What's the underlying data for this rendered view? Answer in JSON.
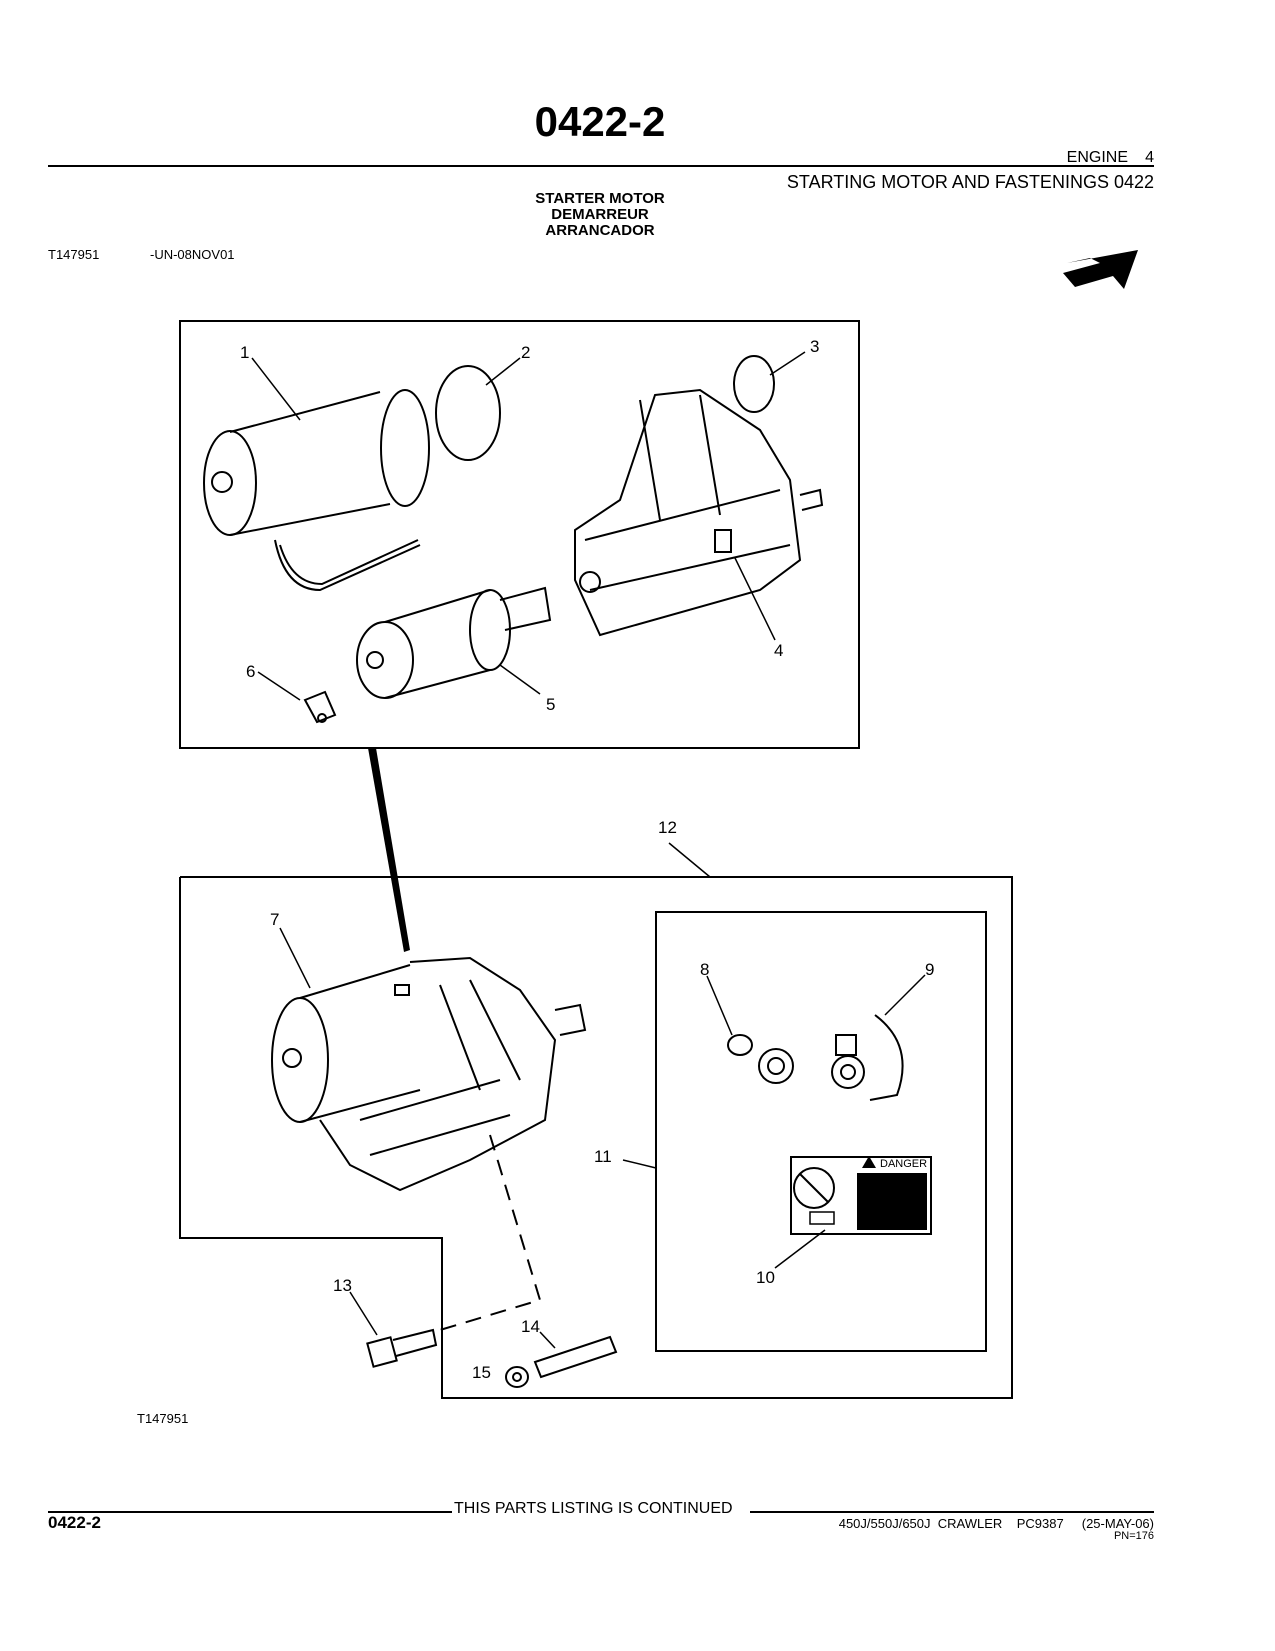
{
  "header": {
    "page_number": "0422-2",
    "section_name": "ENGINE",
    "section_number": "4",
    "group_title": "STARTING MOTOR AND FASTENINGS 0422"
  },
  "figure": {
    "titles": [
      "STARTER MOTOR",
      "DEMARREUR",
      "ARRANCADOR"
    ],
    "id": "T147951",
    "date_code": "-UN-08NOV01",
    "caption_id": "T147951",
    "callouts": [
      "1",
      "2",
      "3",
      "4",
      "5",
      "6",
      "7",
      "8",
      "9",
      "10",
      "11",
      "12",
      "13",
      "14",
      "15"
    ],
    "decal_text": "DANGER"
  },
  "footer": {
    "continued": "THIS PARTS LISTING IS CONTINUED",
    "page_number": "0422-2",
    "info": "450J/550J/650J  CRAWLER    PC9387     (25-MAY-06)",
    "pn": "PN=176"
  }
}
